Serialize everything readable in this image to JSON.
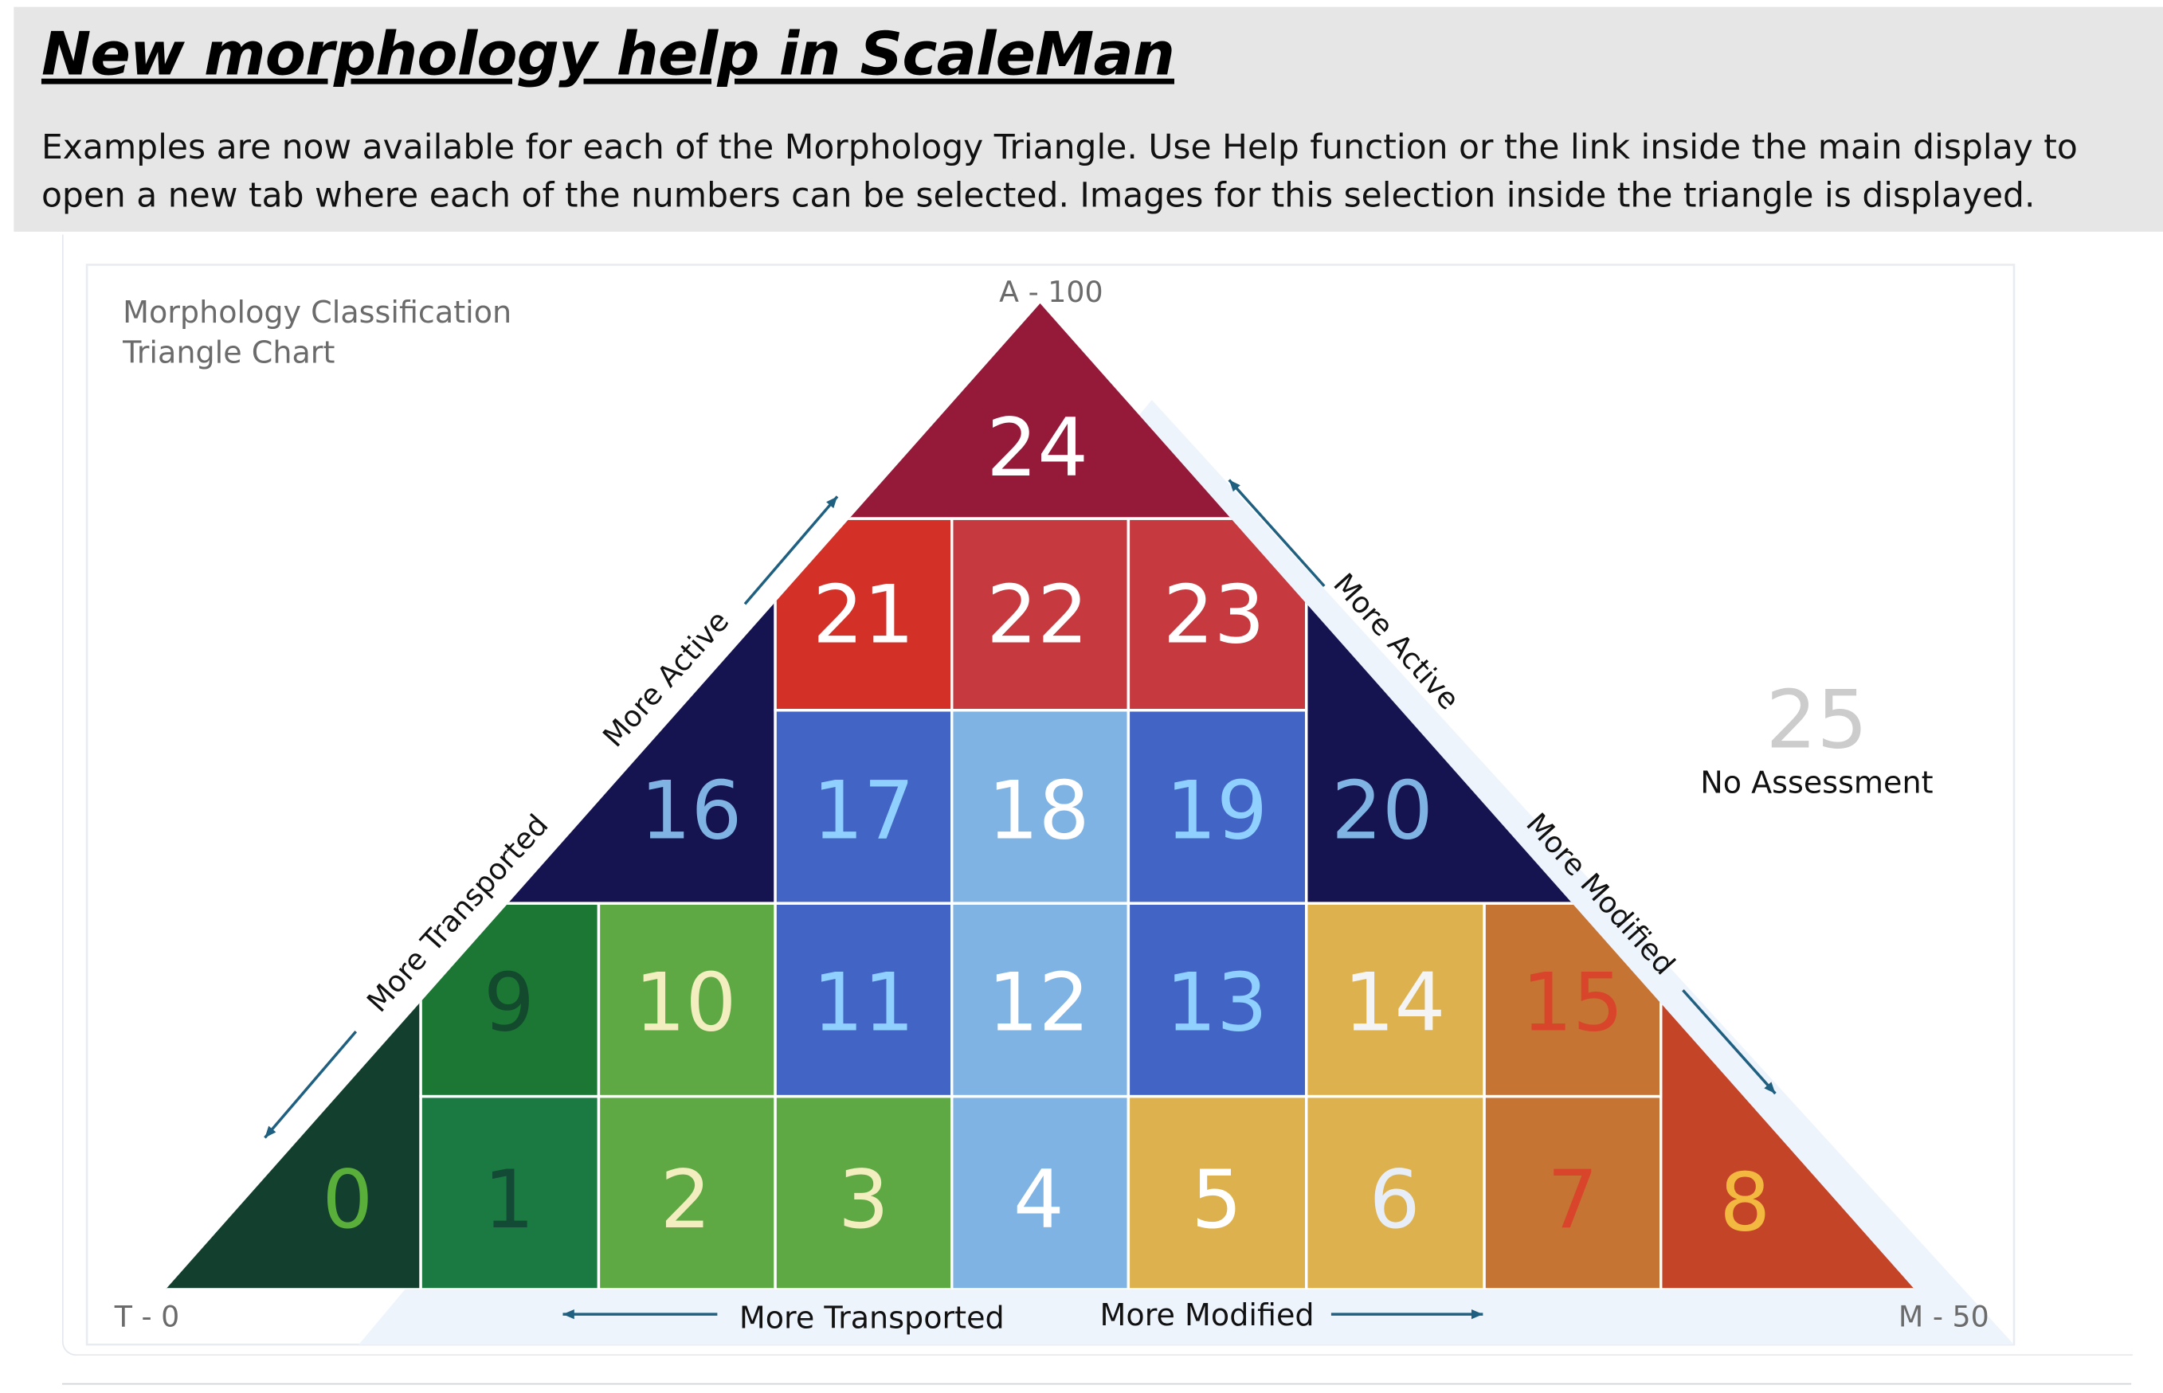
{
  "header": {
    "title": "New morphology help in ScaleMan",
    "description": "Examples are now available for each of the Morphology  Triangle. Use Help function or the link inside the main display to open a new tab where each of the numbers can be selected. Images for this selection inside the triangle is displayed."
  },
  "chart": {
    "title_line1": "Morphology Classification",
    "title_line2": "Triangle Chart",
    "apex_label": "A - 100",
    "left_label": "T - 0",
    "right_label": "M - 50",
    "left_edge_lower": "More Transported",
    "left_edge_upper": "More Active",
    "right_edge_upper": "More Active",
    "right_edge_lower": "More Modified",
    "bottom_left": "More Transported",
    "bottom_right": "More Modified",
    "arrow_color": "#1f5f80",
    "no_assessment_number": "25",
    "no_assessment_label": "No Assessment",
    "cells": [
      {
        "label": "0",
        "fill": "#123f2e",
        "text": "#5aae3a"
      },
      {
        "label": "1",
        "fill": "#1b7a42",
        "text": "#134a35"
      },
      {
        "label": "2",
        "fill": "#5ea944",
        "text": "#f3eec0"
      },
      {
        "label": "3",
        "fill": "#5ea944",
        "text": "#f3eec0"
      },
      {
        "label": "4",
        "fill": "#7fb3e4",
        "text": "#ffffff"
      },
      {
        "label": "5",
        "fill": "#ddb14d",
        "text": "#ffffff"
      },
      {
        "label": "6",
        "fill": "#ddb14d",
        "text": "#e8eef8"
      },
      {
        "label": "7",
        "fill": "#c67434",
        "text": "#d9452a"
      },
      {
        "label": "8",
        "fill": "#c44428",
        "text": "#f2b840"
      },
      {
        "label": "9",
        "fill": "#1b7733",
        "text": "#134a2e"
      },
      {
        "label": "10",
        "fill": "#5ea944",
        "text": "#f3eec0"
      },
      {
        "label": "11",
        "fill": "#4265c5",
        "text": "#8fd0ff"
      },
      {
        "label": "12",
        "fill": "#7fb3e4",
        "text": "#ffffff"
      },
      {
        "label": "13",
        "fill": "#4265c5",
        "text": "#8fd0ff"
      },
      {
        "label": "14",
        "fill": "#ddb14d",
        "text": "#f4f4f4"
      },
      {
        "label": "15",
        "fill": "#c67434",
        "text": "#d9452a"
      },
      {
        "label": "16",
        "fill": "#161450",
        "text": "#7fb3e4"
      },
      {
        "label": "17",
        "fill": "#4265c5",
        "text": "#8fd0ff"
      },
      {
        "label": "18",
        "fill": "#7fb3e4",
        "text": "#ffffff"
      },
      {
        "label": "19",
        "fill": "#4265c5",
        "text": "#8fd0ff"
      },
      {
        "label": "20",
        "fill": "#161450",
        "text": "#7fb3e4"
      },
      {
        "label": "21",
        "fill": "#d33128",
        "text": "#ffffff"
      },
      {
        "label": "22",
        "fill": "#c6393f",
        "text": "#ffffff"
      },
      {
        "label": "23",
        "fill": "#c6393f",
        "text": "#ffffff"
      },
      {
        "label": "24",
        "fill": "#951a3a",
        "text": "#ffffff"
      }
    ]
  }
}
